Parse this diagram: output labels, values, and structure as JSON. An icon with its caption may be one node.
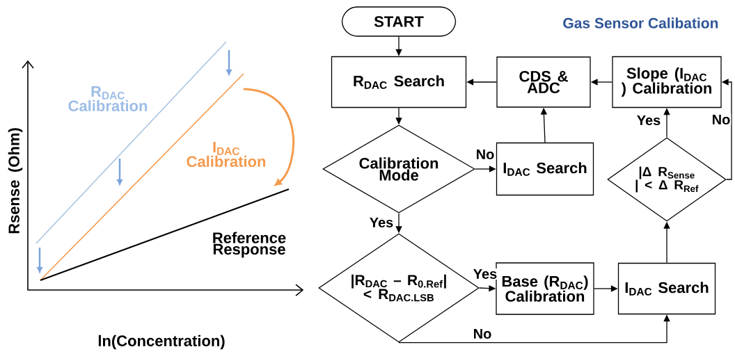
{
  "diagram": {
    "title": "Gas Sensor Calibation",
    "nodes": [
      {
        "text": [
          "START"
        ]
      },
      {
        "text": [
          "R$_{DAC}$ Search"
        ]
      },
      {
        "text": [
          "CDS & ADC"
        ]
      },
      {
        "text": [
          "Slope (I$_{DAC}$ ) Calibration"
        ]
      },
      {
        "text": [
          "Calibration Mode"
        ]
      },
      {
        "text": [
          "I$_{DAC}$ Search"
        ]
      },
      {
        "text": [
          "|R$_{DAC}$ – R$_{0.Ref}$| < R$_{DAC.LSB}$"
        ]
      },
      {
        "text": [
          "Base (R$_{DAC}$) Calibration"
        ]
      },
      {
        "text": [
          "I$_{DAC}$ Search"
        ]
      },
      {
        "text": [
          "|Δ R$_{Sense}$ | < Δ R$_{Ref}$"
        ]
      }
    ],
    "edges": [
      {
        "from": 0,
        "to": 1,
        "arrow": "to"
      },
      {
        "from": 2,
        "to": 1,
        "arrow": "to"
      },
      {
        "from": 3,
        "to": 2,
        "arrow": "to"
      },
      {
        "from": 1,
        "to": 4,
        "arrow": "to"
      },
      {
        "from": 4,
        "to": 5,
        "arrow": "to",
        "label": "No"
      },
      {
        "from": 5,
        "to": 2,
        "arrow": "to"
      },
      {
        "from": 4,
        "to": 6,
        "arrow": "to",
        "label": "Yes"
      },
      {
        "from": 6,
        "to": 7,
        "arrow": "to",
        "label": "Yes"
      },
      {
        "from": 7,
        "to": 8,
        "arrow": "to"
      },
      {
        "from": 6,
        "to": 8,
        "arrow": "to",
        "label": "No"
      },
      {
        "from": 8,
        "to": 9,
        "arrow": "to"
      },
      {
        "from": 9,
        "to": 3,
        "arrow": "to",
        "label": "Yes"
      },
      {
        "from": 9,
        "to": 3,
        "arrow": "to",
        "label": "No"
      }
    ],
    "labels": [
      "R$_{DAC}$ Calibration",
      "I$_{DAC}$ Calibration",
      "Reference Response",
      "Rsense (Ohm)",
      "ln(Concentration)"
    ]
  }
}
